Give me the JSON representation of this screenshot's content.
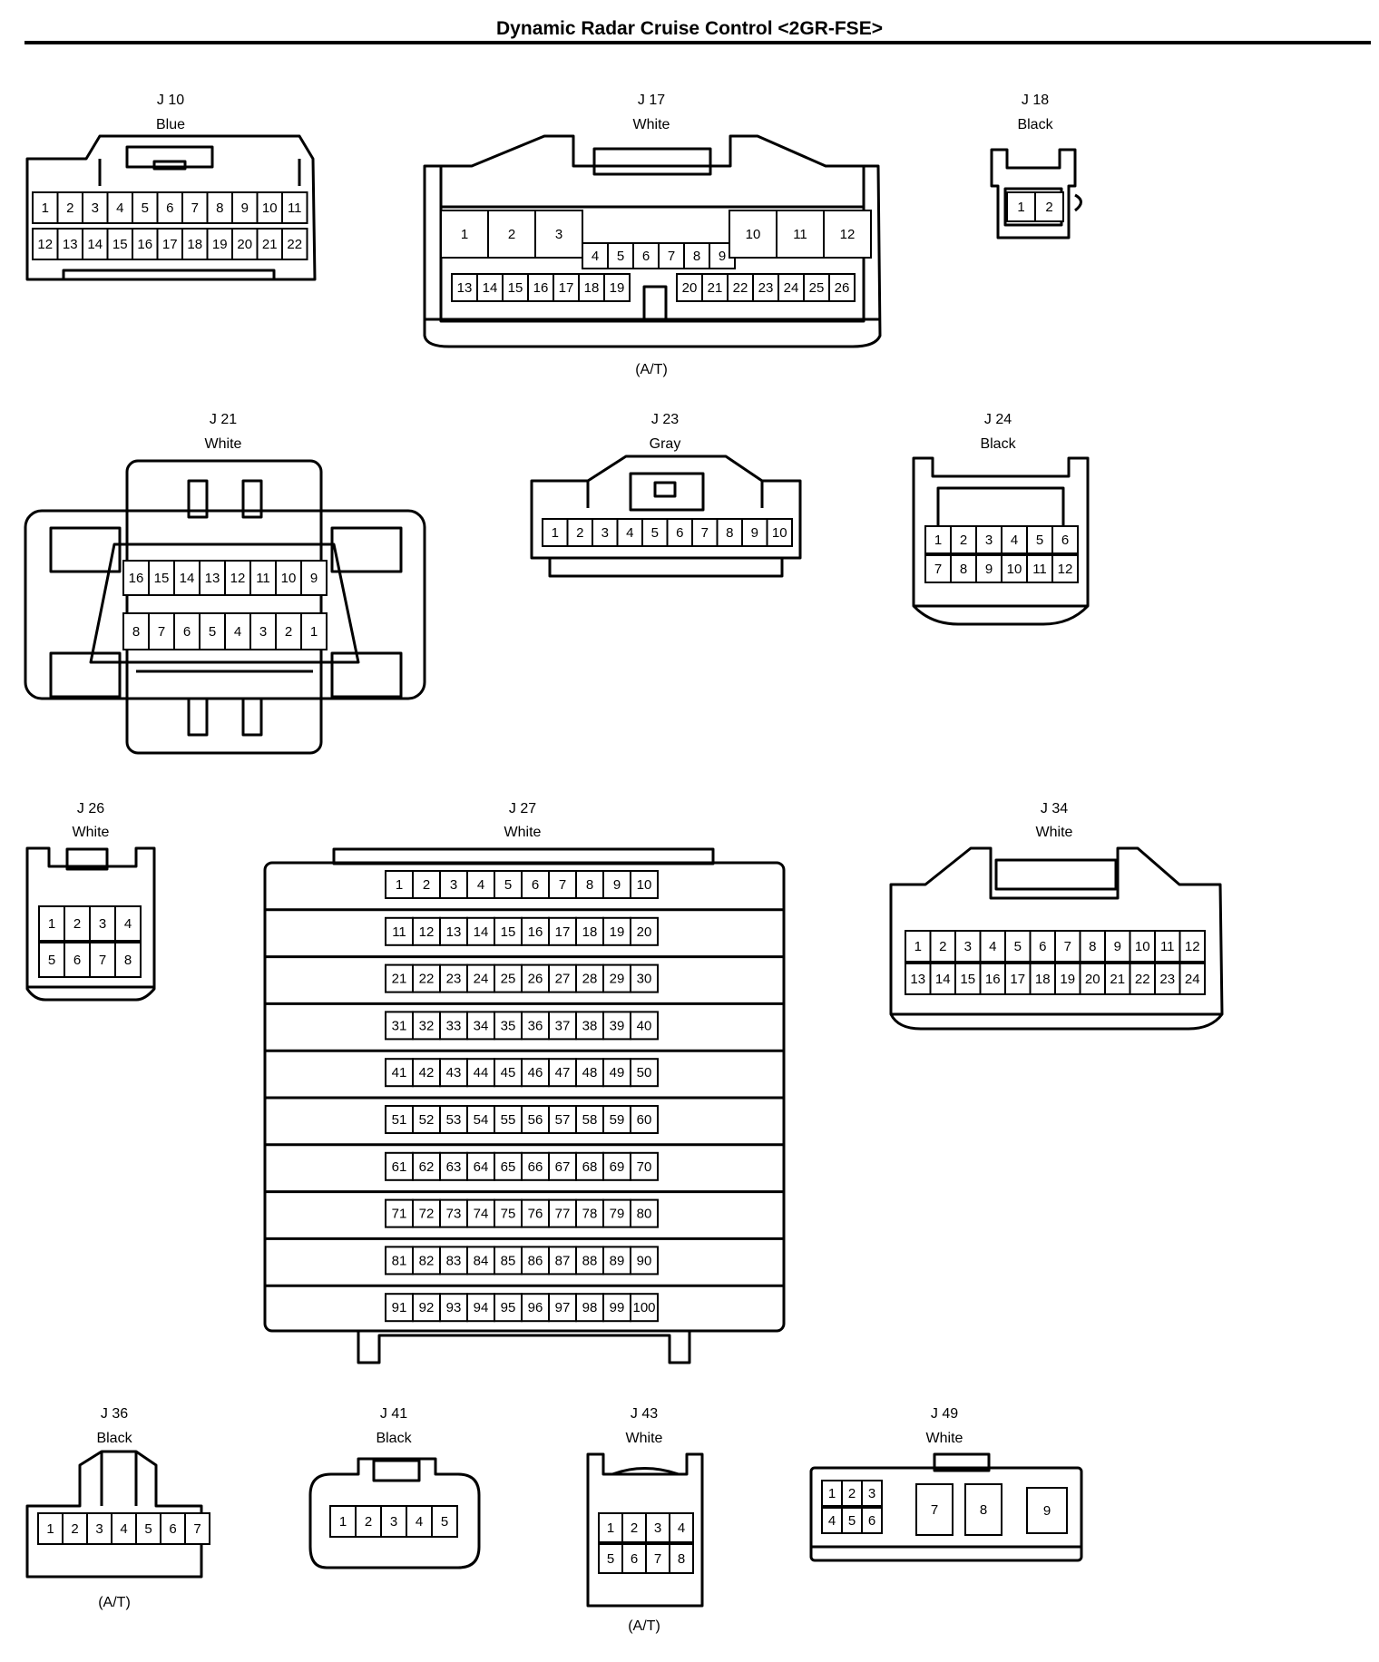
{
  "page": {
    "title": "Dynamic Radar Cruise Control <2GR-FSE>"
  },
  "connectors": {
    "j10": {
      "id": "J 10",
      "color": "Blue"
    },
    "j17": {
      "id": "J 17",
      "color": "White",
      "note": "(A/T)"
    },
    "j18": {
      "id": "J 18",
      "color": "Black"
    },
    "j21": {
      "id": "J 21",
      "color": "White"
    },
    "j23": {
      "id": "J 23",
      "color": "Gray"
    },
    "j24": {
      "id": "J 24",
      "color": "Black"
    },
    "j26": {
      "id": "J 26",
      "color": "White"
    },
    "j27": {
      "id": "J 27",
      "color": "White"
    },
    "j34": {
      "id": "J 34",
      "color": "White"
    },
    "j36": {
      "id": "J 36",
      "color": "Black",
      "note": "(A/T)"
    },
    "j41": {
      "id": "J 41",
      "color": "Black"
    },
    "j43": {
      "id": "J 43",
      "color": "White",
      "note": "(A/T)"
    },
    "j49": {
      "id": "J 49",
      "color": "White"
    }
  }
}
